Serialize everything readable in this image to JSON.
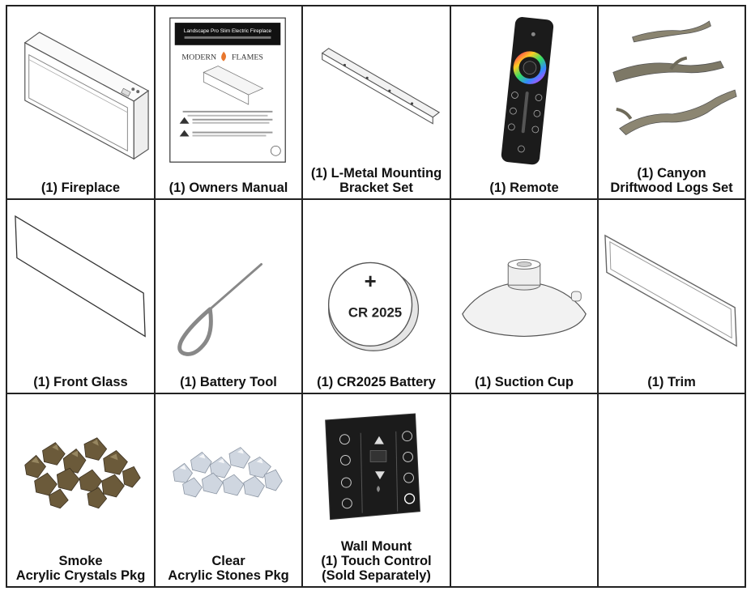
{
  "items": [
    {
      "name": "fireplace",
      "lines": [
        "(1) Fireplace"
      ]
    },
    {
      "name": "owners-manual",
      "lines": [
        "(1) Owners Manual"
      ],
      "manual": {
        "header_title": "Landscape Pro Slim Electric Fireplace",
        "brand_left": "MODERN",
        "brand_right": "FLAMES"
      }
    },
    {
      "name": "mounting-bracket",
      "lines": [
        "(1) L-Metal Mounting",
        "Bracket Set"
      ]
    },
    {
      "name": "remote",
      "lines": [
        "(1) Remote"
      ]
    },
    {
      "name": "driftwood-logs",
      "lines": [
        "(1) Canyon",
        "Driftwood Logs Set"
      ]
    },
    {
      "name": "front-glass",
      "lines": [
        "(1) Front Glass"
      ]
    },
    {
      "name": "battery-tool",
      "lines": [
        "(1) Battery Tool"
      ]
    },
    {
      "name": "cr2025-battery",
      "lines": [
        "(1) CR2025 Battery"
      ],
      "battery": {
        "plus": "+",
        "label": "CR 2025"
      }
    },
    {
      "name": "suction-cup",
      "lines": [
        "(1) Suction Cup"
      ]
    },
    {
      "name": "trim",
      "lines": [
        "(1) Trim"
      ]
    },
    {
      "name": "smoke-crystals",
      "lines": [
        "Smoke",
        "Acrylic Crystals Pkg"
      ]
    },
    {
      "name": "clear-stones",
      "lines": [
        "Clear",
        "Acrylic Stones Pkg"
      ]
    },
    {
      "name": "touch-control",
      "lines": [
        "Wall Mount",
        "(1) Touch Control",
        "(Sold Separately)"
      ]
    }
  ],
  "icons": {
    "fireplace": "fireplace-icon",
    "manual": "manual-icon",
    "bracket": "bracket-icon",
    "remote": "remote-icon",
    "logs": "driftwood-icon",
    "glass": "glass-panel-icon",
    "tool": "battery-tool-icon",
    "battery": "coin-battery-icon",
    "suction": "suction-cup-icon",
    "trim": "trim-frame-icon",
    "crystals": "crystals-icon",
    "stones": "stones-icon",
    "touch": "touch-panel-icon"
  },
  "colors": {
    "border": "#222222",
    "flame": "#e8772e",
    "remote_body": "#1b1b1b",
    "crystal_smoke": "#6b5a3a",
    "stone_clear": "#cfd6e0"
  }
}
